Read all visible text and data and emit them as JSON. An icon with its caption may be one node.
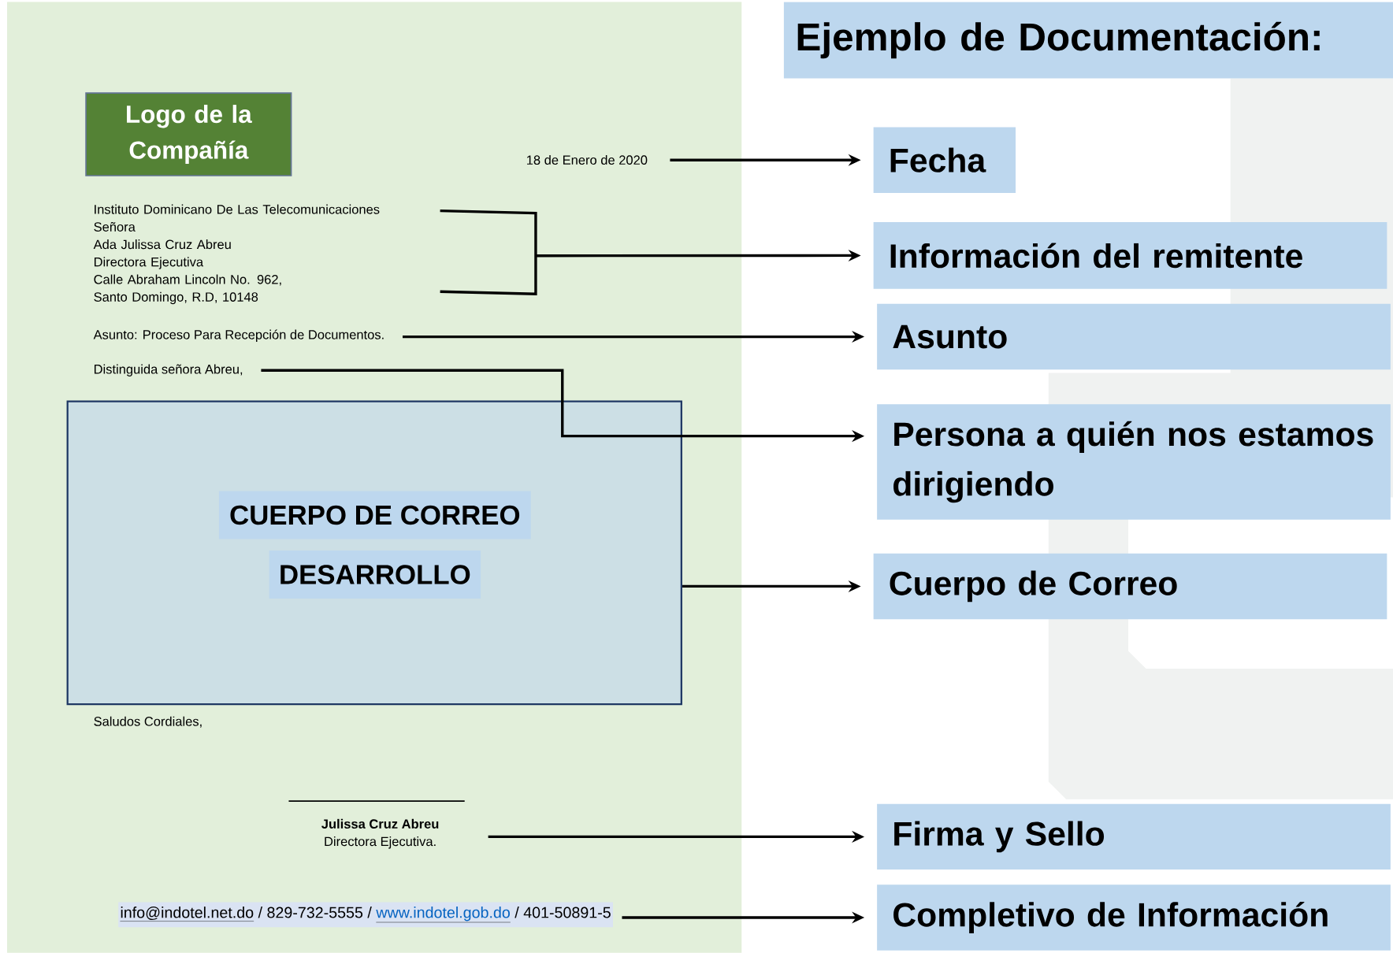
{
  "diagram": {
    "title": "Ejemplo de Documentación:",
    "nodes": [
      {
        "text": [
          "Logo de la Compañía"
        ]
      },
      {
        "text": [
          "18 de Enero de 2020"
        ]
      },
      {
        "text": [
          "Instituto Dominicano De Las Telecomunicaciones",
          "Señora",
          "Ada Julissa Cruz Abreu",
          "Directora Ejecutiva",
          "Calle Abraham Lincoln No. 962,",
          "Santo Domingo, R.D, 10148"
        ]
      },
      {
        "text": [
          "Asunto: Proceso Para Recepción de Documentos."
        ]
      },
      {
        "text": [
          "Distinguida señora Abreu,"
        ]
      },
      {
        "text": [],
        "shape": "box"
      },
      {
        "text": [
          "CUERPO DE CORREO"
        ],
        "in": 5
      },
      {
        "text": [
          "DESARROLLO"
        ],
        "in": 5
      },
      {
        "text": [
          "Julissa Cruz Abreu",
          "Directora Ejecutiva."
        ]
      },
      {
        "text": [
          "info@indotel.net.do",
          "/ 829-732-5555 /",
          "www.indotel.gob.do",
          "/ 401-50891-5"
        ]
      },
      {
        "text": [
          "Fecha"
        ]
      },
      {
        "text": [
          "Información del remitente"
        ]
      },
      {
        "text": [
          "Asunto"
        ]
      },
      {
        "text": [
          "Persona a quién nos estamos dirigiendo"
        ]
      },
      {
        "text": [
          "Cuerpo de Correo"
        ]
      },
      {
        "text": [
          "Firma y Sello"
        ]
      },
      {
        "text": [
          "Completivo de Información"
        ]
      }
    ],
    "edges": [
      {
        "from": 1,
        "to": 10,
        "arrow": "to"
      },
      {
        "from": 2,
        "to": 11,
        "arrow": "to"
      },
      {
        "from": 3,
        "to": 12,
        "arrow": "to"
      },
      {
        "from": 4,
        "to": 13,
        "arrow": "to"
      },
      {
        "from": 5,
        "to": 14,
        "arrow": "to"
      },
      {
        "from": 8,
        "to": 15,
        "arrow": "to"
      },
      {
        "from": 9,
        "to": 16,
        "arrow": "to"
      }
    ],
    "labels": [
      "Saludos Cordiales,"
    ]
  }
}
